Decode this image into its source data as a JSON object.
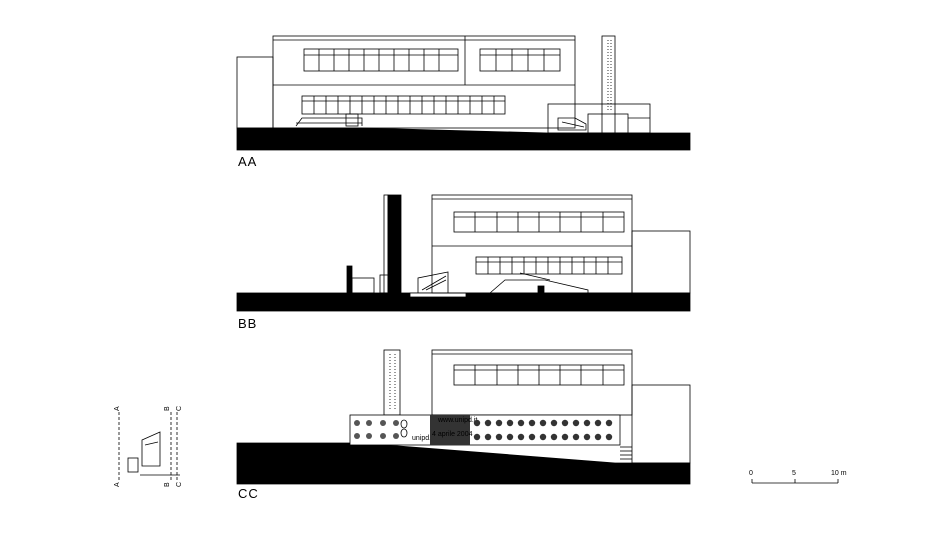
{
  "sections": [
    {
      "id": "aa",
      "label": "AA"
    },
    {
      "id": "bb",
      "label": "BB"
    },
    {
      "id": "cc",
      "label": "CC"
    }
  ],
  "key_plan": {
    "left_top": "A",
    "left_bottom": "A",
    "right_top_1": "B",
    "right_top_2": "C",
    "right_bottom_1": "B",
    "right_bottom_2": "C"
  },
  "banner": {
    "text_right": "www.unipd.it",
    "text_date": "4 aprile 2004",
    "text_left": "unipd. it/ui"
  },
  "scale_bar": {
    "ticks": [
      "0",
      "5",
      "10 m"
    ]
  }
}
